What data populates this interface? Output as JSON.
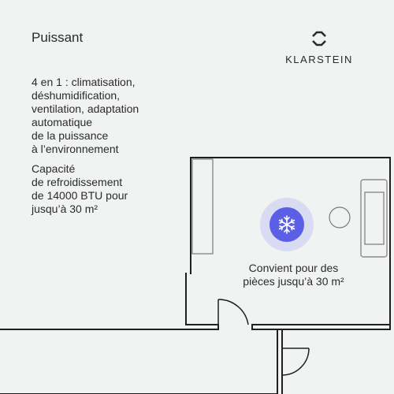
{
  "title": "Puissant",
  "brand": {
    "name": "KLARSTEIN",
    "icon": "klarstein-logo-icon"
  },
  "features": {
    "lines": [
      "4 en 1 : climatisation,",
      "déshumidification,",
      "ventilation, adaptation",
      "automatique",
      "de la puissance",
      "à l’environnement"
    ]
  },
  "capacity": {
    "lines": [
      "Capacité",
      "de refroidissement",
      "de 14000 BTU pour",
      "jusqu’à 30 m²"
    ]
  },
  "room_badge": {
    "icon": "snowflake-icon",
    "lines": [
      "Convient pour des",
      "pièces jusqu’à 30 m²"
    ]
  },
  "colors": {
    "background": "#f1f2f2",
    "accent": "#5b5ee6",
    "accent_halo": "#d9dbf3",
    "walls": "#1f1f1f",
    "furniture": "#7a7a7a"
  }
}
